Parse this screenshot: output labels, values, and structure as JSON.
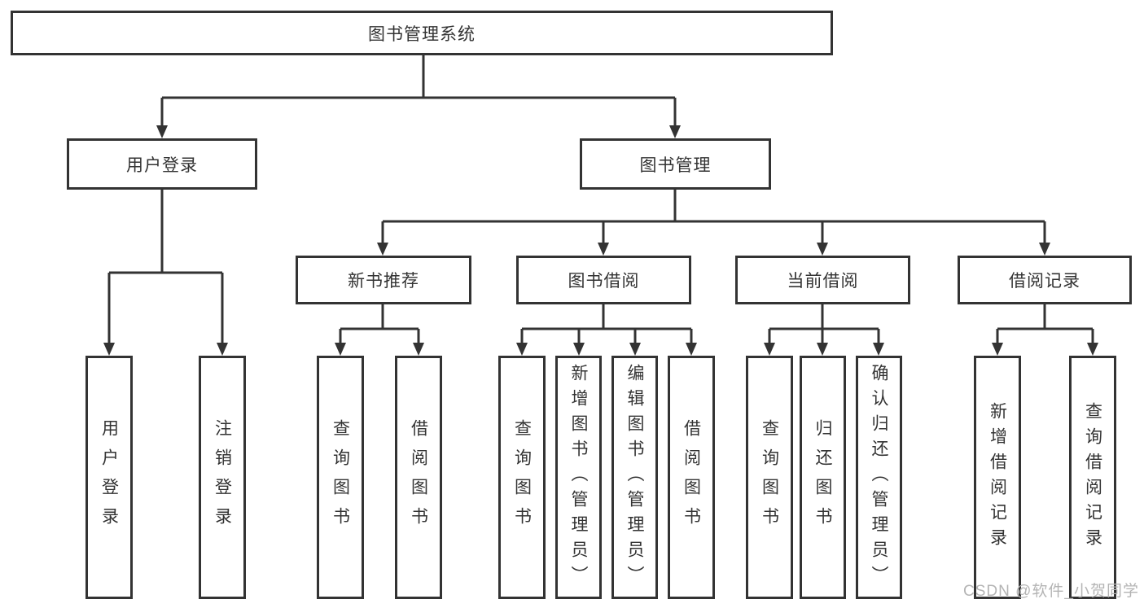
{
  "colors": {
    "line": "#333333",
    "box_border": "#333333",
    "box_fill": "#ffffff",
    "text": "#333333",
    "watermark_text": "#b4b4b4"
  },
  "watermark": "CSDN @软件_小贺同学",
  "tree": {
    "label": "图书管理系统",
    "children": [
      {
        "label": "用户登录",
        "children": [
          {
            "label": "用户登录"
          },
          {
            "label": "注销登录"
          }
        ]
      },
      {
        "label": "图书管理",
        "children": [
          {
            "label": "新书推荐",
            "children": [
              {
                "label": "查询图书"
              },
              {
                "label": "借阅图书"
              }
            ]
          },
          {
            "label": "图书借阅",
            "children": [
              {
                "label": "查询图书"
              },
              {
                "label": "新增图书（管理员）"
              },
              {
                "label": "编辑图书（管理员）"
              },
              {
                "label": "借阅图书"
              }
            ]
          },
          {
            "label": "当前借阅",
            "children": [
              {
                "label": "查询图书"
              },
              {
                "label": "归还图书"
              },
              {
                "label": "确认归还（管理员）"
              }
            ]
          },
          {
            "label": "借阅记录",
            "children": [
              {
                "label": "新增借阅记录"
              },
              {
                "label": "查询借阅记录"
              }
            ]
          }
        ]
      }
    ]
  }
}
